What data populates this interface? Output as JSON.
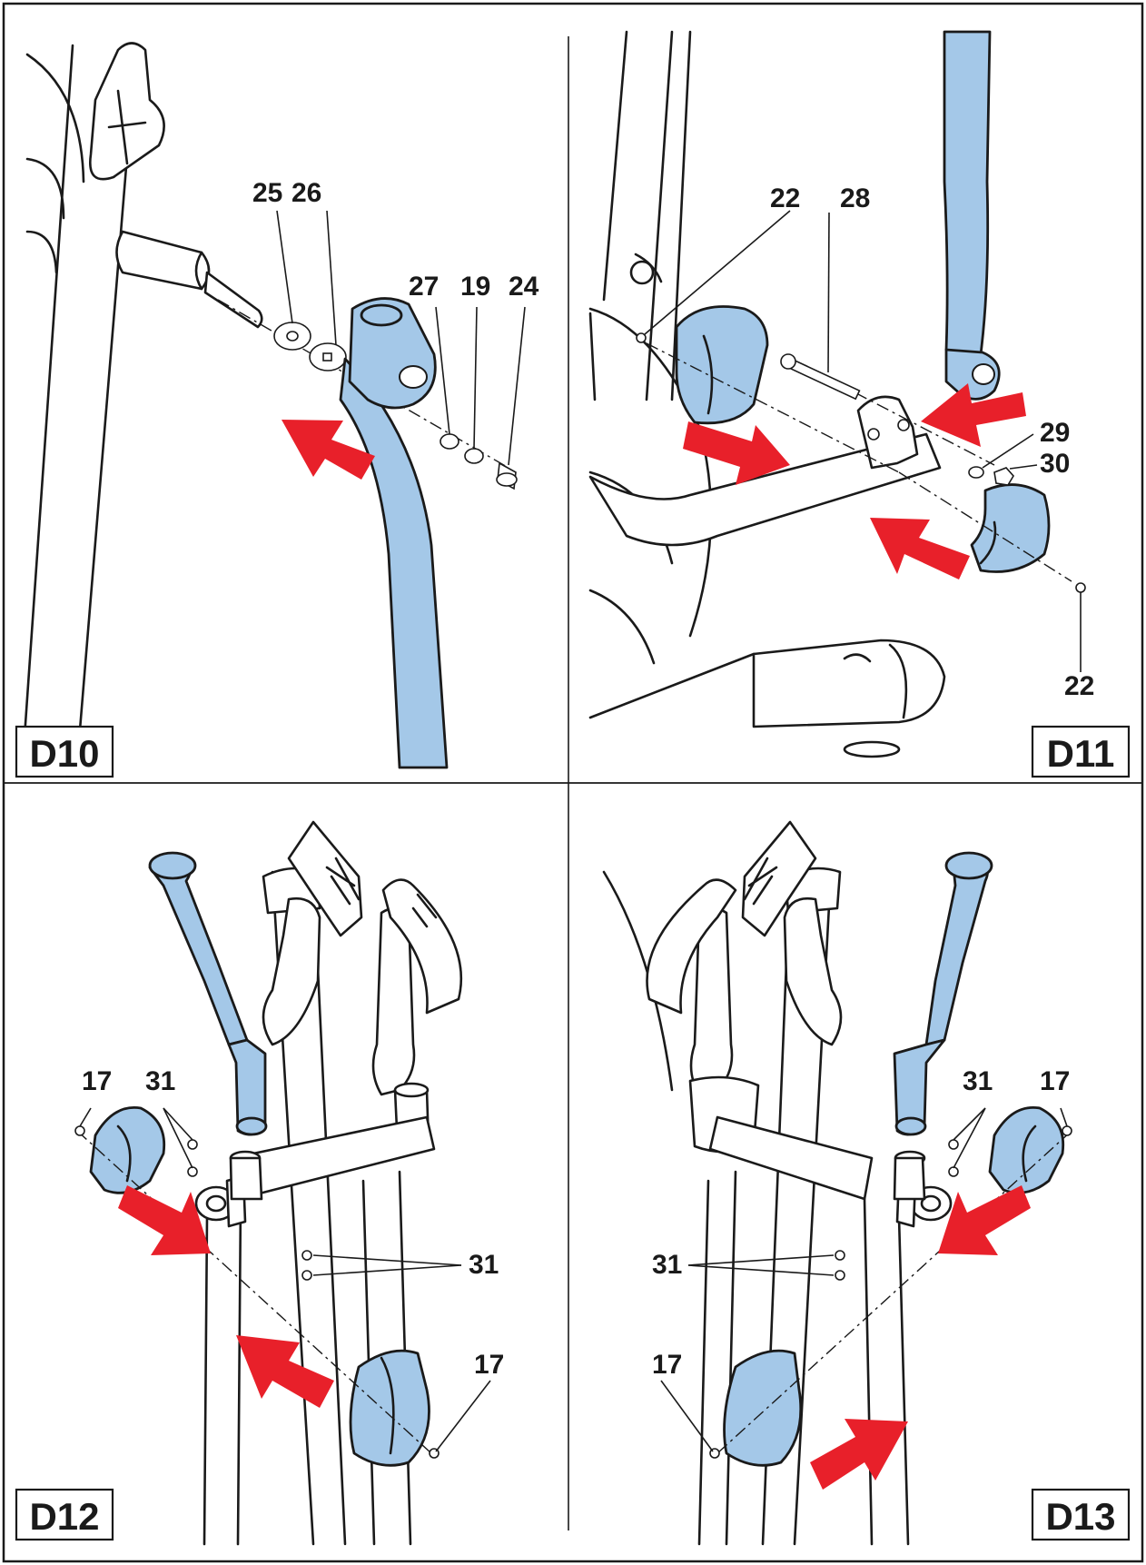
{
  "colors": {
    "part": "#a4c8e8",
    "arrow": "#e8202a",
    "line": "#1a1a1a",
    "paper": "#ffffff"
  },
  "panels": [
    {
      "id": "D10",
      "label": "D10",
      "callouts": [
        "25",
        "26",
        "27",
        "19",
        "24"
      ]
    },
    {
      "id": "D11",
      "label": "D11",
      "callouts": [
        "22",
        "28",
        "29",
        "30",
        "22"
      ]
    },
    {
      "id": "D12",
      "label": "D12",
      "callouts": [
        "17",
        "31",
        "31",
        "17"
      ]
    },
    {
      "id": "D13",
      "label": "D13",
      "callouts": [
        "31",
        "17",
        "31",
        "17"
      ]
    }
  ]
}
